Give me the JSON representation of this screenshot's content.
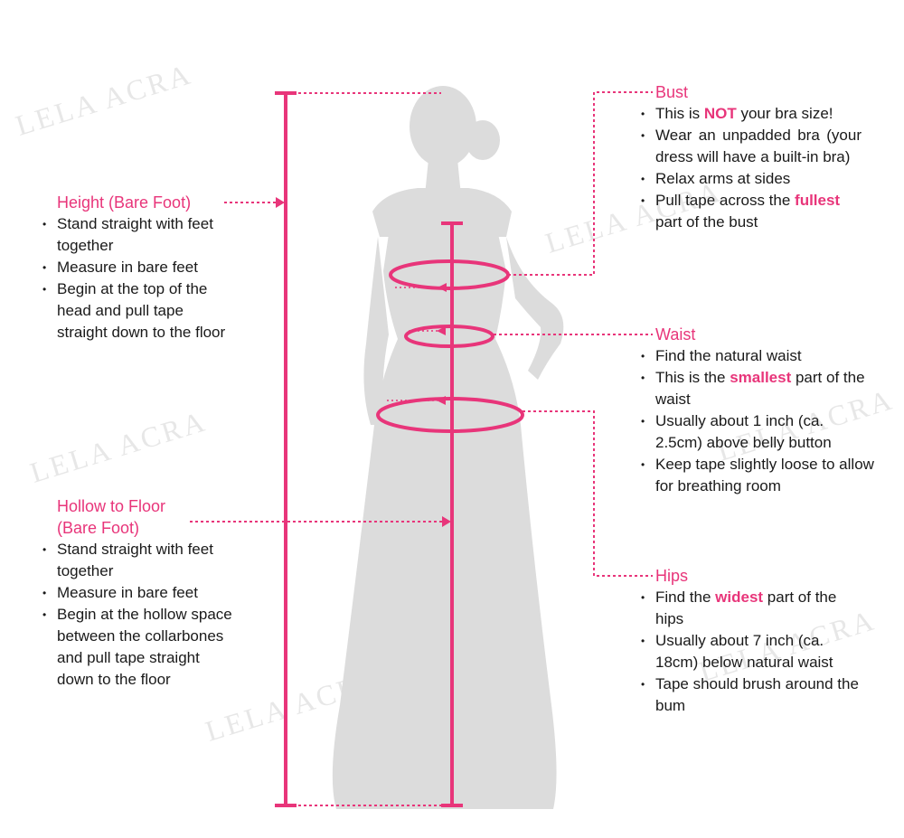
{
  "colors": {
    "accent": "#e8357a",
    "silhouette": "#dcdcdc",
    "text": "#1a1a1a"
  },
  "watermark": "LELA ACRA",
  "height": {
    "title": "Height (Bare Foot)",
    "items": [
      "Stand straight with feet together",
      "Measure in bare feet",
      "Begin at the top of the head and pull tape straight down to the floor"
    ]
  },
  "hollow": {
    "title_line1": "Hollow to Floor",
    "title_line2": "(Bare Foot)",
    "items": [
      "Stand straight with feet together",
      "Measure in bare feet",
      "Begin at the hollow space between the collarbones and pull tape straight down to the floor"
    ]
  },
  "bust": {
    "title": "Bust",
    "item1_pre": "This is ",
    "item1_hl": "NOT",
    "item1_post": " your bra size!",
    "item2": "Wear an unpadded bra (your dress will have a built-in bra)",
    "item3": "Relax arms at sides",
    "item4_pre": "Pull tape across the ",
    "item4_hl": "fullest",
    "item4_post": " part of the bust"
  },
  "waist": {
    "title": "Waist",
    "item1": "Find the natural waist",
    "item2_pre": "This is the ",
    "item2_hl": "smallest",
    "item2_post": " part of the waist",
    "item3": "Usually about 1 inch (ca. 2.5cm) above belly button",
    "item4": "Keep tape slightly loose to allow for breathing room"
  },
  "hips": {
    "title": "Hips",
    "item1_pre": "Find the ",
    "item1_hl": "widest",
    "item1_post": " part of the hips",
    "item2": "Usually about 7 inch (ca. 18cm) below natural waist",
    "item3": "Tape should brush around the bum"
  }
}
